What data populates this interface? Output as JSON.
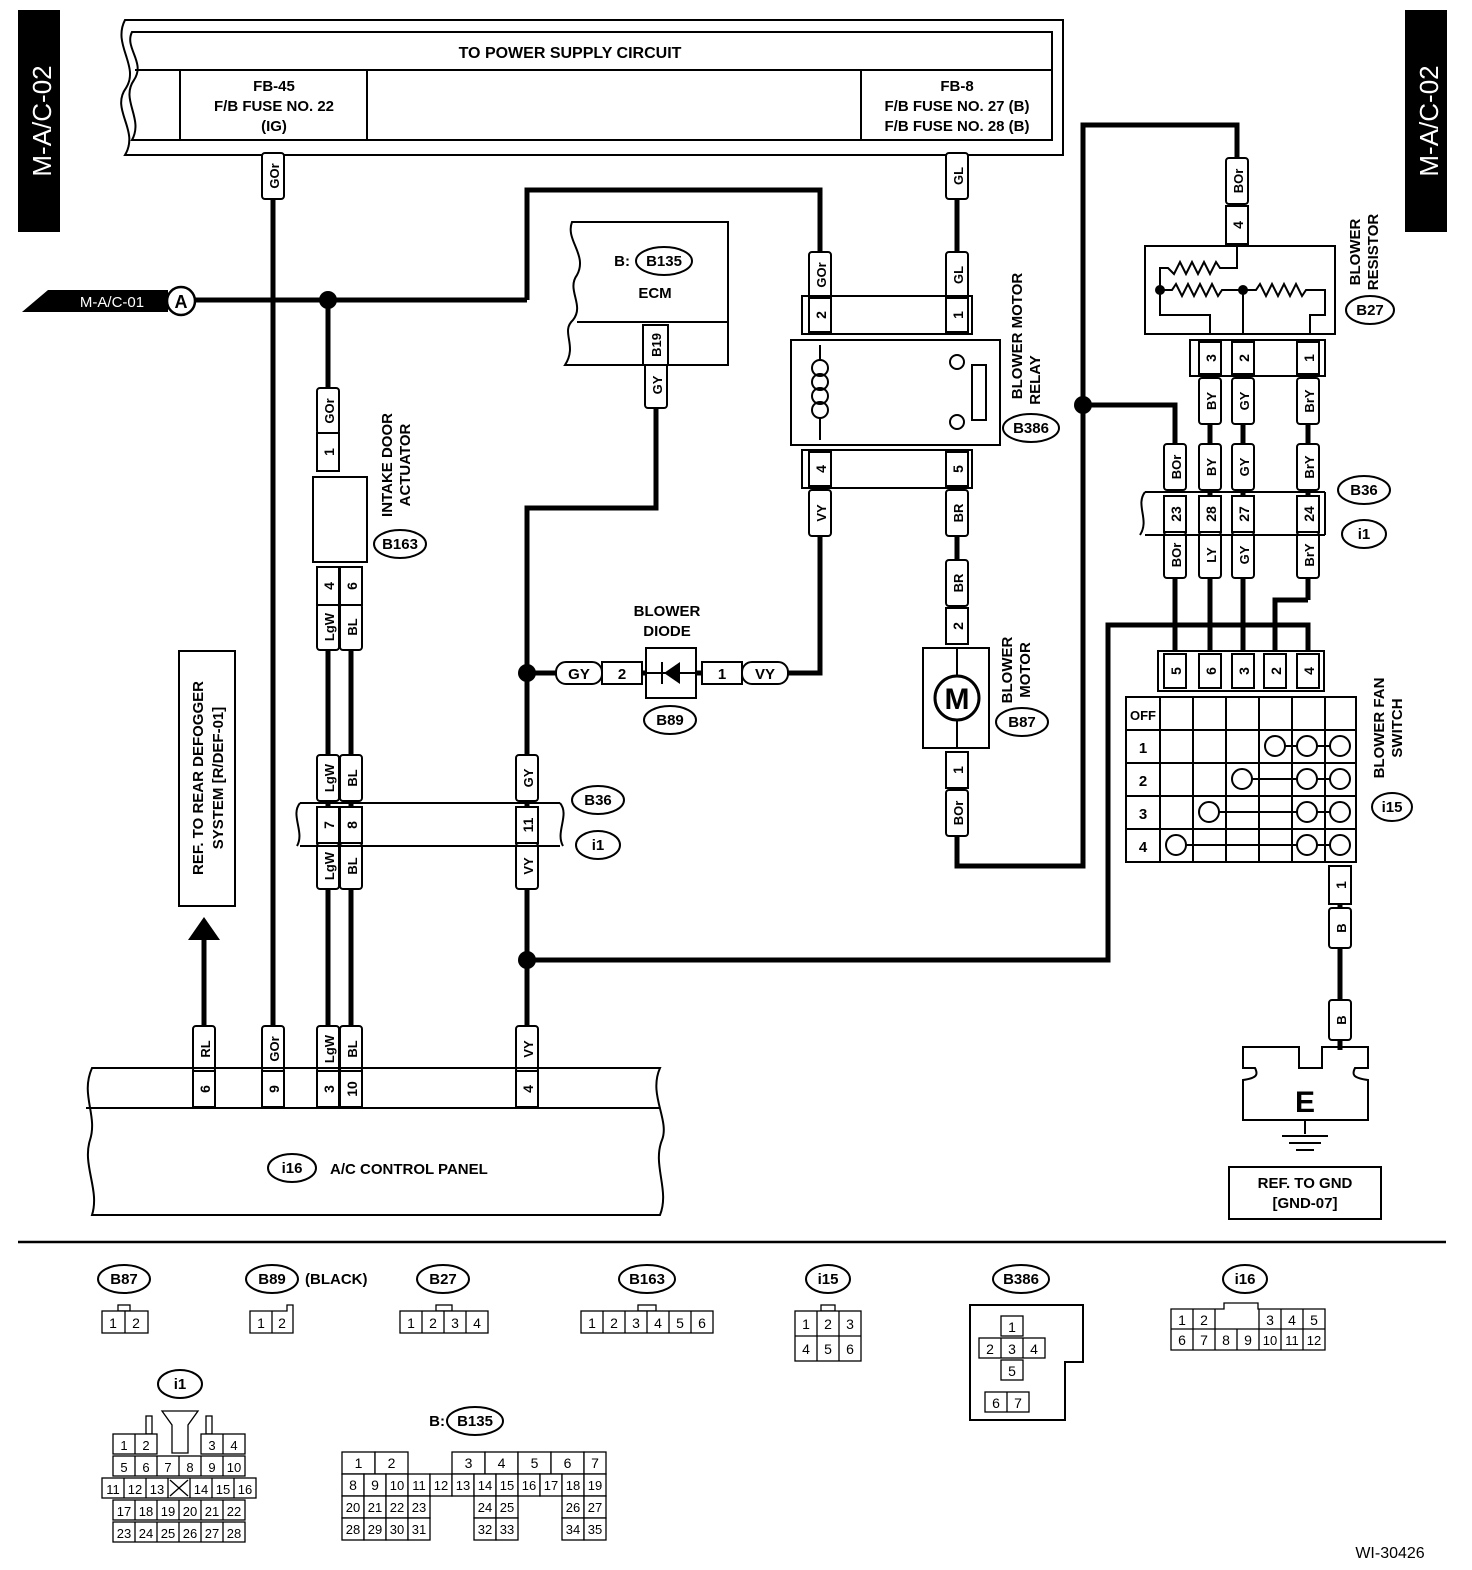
{
  "page_tag": "M-A/C-02",
  "figure_id": "WI-30426",
  "power": {
    "title": "TO POWER SUPPLY CIRCUIT",
    "left": [
      "FB-45",
      "F/B FUSE NO. 22",
      "(IG)"
    ],
    "right": [
      "FB-8",
      "F/B FUSE NO. 27 (B)",
      "F/B FUSE NO. 28 (B)"
    ]
  },
  "offpage": {
    "label": "M-A/C-01",
    "marker": "A"
  },
  "ecm": {
    "prefix": "B:",
    "conn": "B135",
    "name": "ECM",
    "pin": "B19"
  },
  "intake": {
    "name": [
      "INTAKE DOOR",
      "ACTUATOR"
    ],
    "conn": "B163"
  },
  "relay": {
    "name": [
      "BLOWER MOTOR",
      "RELAY"
    ],
    "conn": "B386"
  },
  "resistor": {
    "name": [
      "BLOWER",
      "RESISTOR"
    ],
    "conn": "B27"
  },
  "diode": {
    "name": [
      "BLOWER",
      "DIODE"
    ],
    "conn": "B89"
  },
  "motor": {
    "name": [
      "BLOWER",
      "MOTOR"
    ],
    "conn": "B87",
    "symbol": "M"
  },
  "fanswitch": {
    "name": [
      "BLOWER FAN",
      "SWITCH"
    ],
    "conn": "i15",
    "rows": [
      "OFF",
      "1",
      "2",
      "3",
      "4"
    ],
    "pins": [
      "5",
      "6",
      "3",
      "2",
      "4"
    ]
  },
  "joint": {
    "top": "B36",
    "bottom": "i1"
  },
  "rear_ref": [
    "REF. TO REAR DEFOGGER",
    "SYSTEM [R/DEF-01]"
  ],
  "gnd": {
    "symbol": "E",
    "ref": [
      "REF. TO GND",
      "[GND-07]"
    ]
  },
  "panel": {
    "conn": "i16",
    "name": "A/C CONTROL PANEL"
  },
  "wires": {
    "GOr": "GOr",
    "GL": "GL",
    "BOr": "BOr",
    "GY": "GY",
    "VY": "VY",
    "BR": "BR",
    "LgW": "LgW",
    "BL": "BL",
    "BY": "BY",
    "BrY": "BrY",
    "LY": "LY",
    "RL": "RL",
    "B": "B"
  },
  "connectors": [
    {
      "id": "B87",
      "extra": ""
    },
    {
      "id": "B89",
      "extra": "(BLACK)"
    },
    {
      "id": "B27",
      "extra": ""
    },
    {
      "id": "B163",
      "extra": ""
    },
    {
      "id": "i15",
      "extra": ""
    },
    {
      "id": "B386",
      "extra": ""
    },
    {
      "id": "i16",
      "extra": ""
    },
    {
      "id": "i1",
      "extra": ""
    },
    {
      "id": "B135",
      "extra": "B:"
    }
  ],
  "b135_pins": {
    "row1": [
      "1",
      "2",
      "3",
      "4",
      "5",
      "6",
      "7"
    ],
    "row2": [
      "8",
      "9",
      "10",
      "11",
      "12",
      "13",
      "14",
      "15",
      "16",
      "17",
      "18",
      "19"
    ],
    "row3": [
      "20",
      "21",
      "22",
      "23",
      "24",
      "25",
      "26",
      "27"
    ],
    "row4": [
      "28",
      "29",
      "30",
      "31",
      "32",
      "33",
      "34",
      "35"
    ]
  },
  "i1_pins": {
    "row1": [
      "1",
      "2",
      "3",
      "4"
    ],
    "row2": [
      "5",
      "6",
      "7",
      "8",
      "9",
      "10"
    ],
    "row3": [
      "11",
      "12",
      "13",
      "14",
      "15",
      "16"
    ],
    "row4": [
      "17",
      "18",
      "19",
      "20",
      "21",
      "22"
    ],
    "row5": [
      "23",
      "24",
      "25",
      "26",
      "27",
      "28"
    ]
  }
}
